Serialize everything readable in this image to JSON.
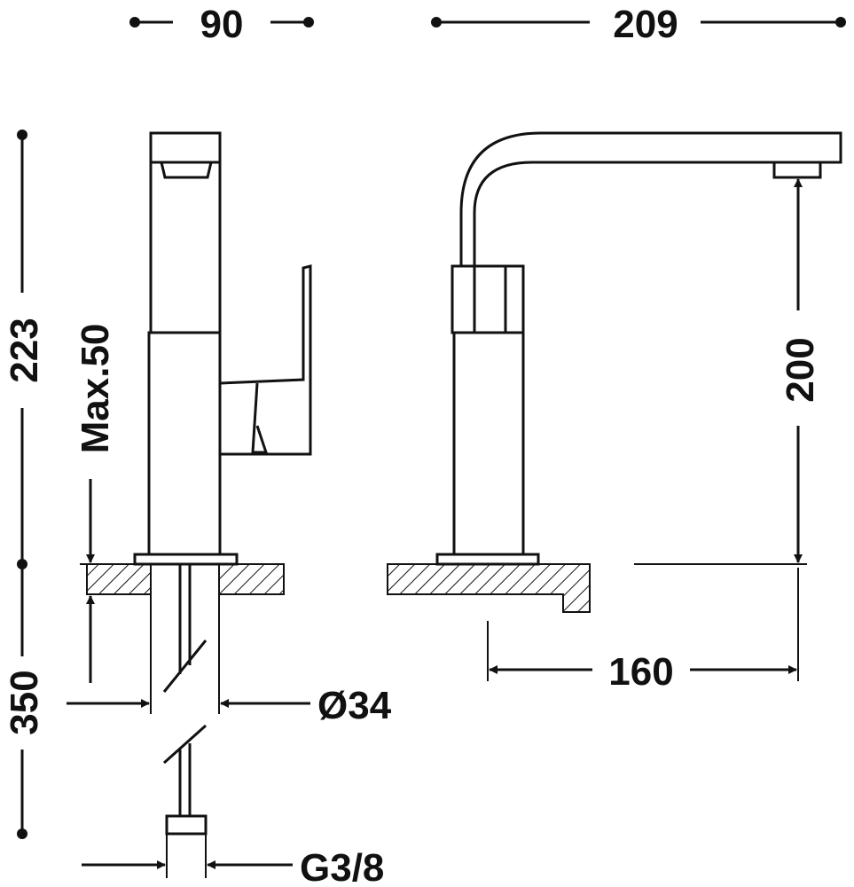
{
  "drawing": {
    "dimensions": {
      "width_side": "90",
      "depth_total": "209",
      "height_total": "223",
      "max_deck": "Max.50",
      "spout_height": "200",
      "hose_length": "350",
      "hole_diameter": "Ø34",
      "spout_reach": "160",
      "connection": "G3/8"
    },
    "colors": {
      "line": "#111111",
      "background": "#ffffff"
    }
  }
}
